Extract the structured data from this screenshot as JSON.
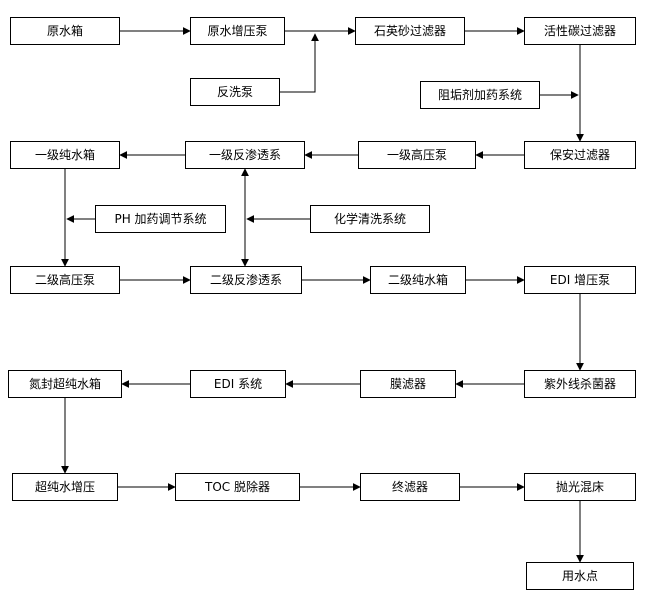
{
  "diagram": {
    "type": "flowchart",
    "colors": {
      "background": "#ffffff",
      "box_border": "#000000",
      "line": "#000000",
      "text": "#000000"
    },
    "nodes": [
      {
        "id": "raw-water-tank",
        "label": "原水箱"
      },
      {
        "id": "raw-water-booster-pump",
        "label": "原水增压泵"
      },
      {
        "id": "quartz-sand-filter",
        "label": "石英砂过滤器"
      },
      {
        "id": "activated-carbon-filter",
        "label": "活性碳过滤器"
      },
      {
        "id": "backwash-pump",
        "label": "反洗泵"
      },
      {
        "id": "antiscalant-dosing-system",
        "label": "阻垢剂加药系统"
      },
      {
        "id": "stage1-pure-water-tank",
        "label": "一级纯水箱"
      },
      {
        "id": "stage1-ro-system",
        "label": "一级反渗透系"
      },
      {
        "id": "stage1-high-pressure-pump",
        "label": "一级高压泵"
      },
      {
        "id": "security-filter",
        "label": "保安过滤器"
      },
      {
        "id": "ph-dosing-system",
        "label": "PH 加药调节系统"
      },
      {
        "id": "chemical-cleaning-system",
        "label": "化学清洗系统"
      },
      {
        "id": "stage2-high-pressure-pump",
        "label": "二级高压泵"
      },
      {
        "id": "stage2-ro-system",
        "label": "二级反渗透系"
      },
      {
        "id": "stage2-pure-water-tank",
        "label": "二级纯水箱"
      },
      {
        "id": "edi-booster-pump",
        "label": "EDI 增压泵"
      },
      {
        "id": "nitrogen-sealed-ultrapure-tank",
        "label": "氮封超纯水箱"
      },
      {
        "id": "edi-system",
        "label": "EDI 系统"
      },
      {
        "id": "membrane-filter",
        "label": "膜滤器"
      },
      {
        "id": "uv-sterilizer",
        "label": "紫外线杀菌器"
      },
      {
        "id": "ultrapure-water-booster",
        "label": "超纯水增压"
      },
      {
        "id": "toc-remover",
        "label": "TOC 脱除器"
      },
      {
        "id": "final-filter",
        "label": "终滤器"
      },
      {
        "id": "polishing-mixed-bed",
        "label": "抛光混床"
      },
      {
        "id": "water-use-point",
        "label": "用水点"
      }
    ],
    "edges": [
      {
        "from": "raw-water-tank",
        "to": "raw-water-booster-pump",
        "direction": "one-way"
      },
      {
        "from": "raw-water-booster-pump",
        "to": "quartz-sand-filter",
        "direction": "one-way"
      },
      {
        "from": "backwash-pump",
        "to": "quartz-sand-filter",
        "direction": "one-way",
        "note": "joins main line"
      },
      {
        "from": "quartz-sand-filter",
        "to": "activated-carbon-filter",
        "direction": "one-way"
      },
      {
        "from": "activated-carbon-filter",
        "to": "security-filter",
        "direction": "one-way"
      },
      {
        "from": "antiscalant-dosing-system",
        "to": "security-filter",
        "direction": "one-way",
        "note": "joins main line"
      },
      {
        "from": "security-filter",
        "to": "stage1-high-pressure-pump",
        "direction": "one-way"
      },
      {
        "from": "stage1-high-pressure-pump",
        "to": "stage1-ro-system",
        "direction": "one-way"
      },
      {
        "from": "stage1-ro-system",
        "to": "stage1-pure-water-tank",
        "direction": "one-way"
      },
      {
        "from": "stage1-pure-water-tank",
        "to": "stage2-high-pressure-pump",
        "direction": "one-way"
      },
      {
        "from": "ph-dosing-system",
        "to": "stage2-high-pressure-pump",
        "direction": "one-way",
        "note": "joins main line"
      },
      {
        "from": "chemical-cleaning-system",
        "to": "stage2-ro-system",
        "direction": "one-way",
        "note": "joins ro line"
      },
      {
        "from": "stage1-ro-system",
        "to": "stage2-ro-system",
        "direction": "two-way"
      },
      {
        "from": "stage2-high-pressure-pump",
        "to": "stage2-ro-system",
        "direction": "one-way"
      },
      {
        "from": "stage2-ro-system",
        "to": "stage2-pure-water-tank",
        "direction": "one-way"
      },
      {
        "from": "stage2-pure-water-tank",
        "to": "edi-booster-pump",
        "direction": "one-way"
      },
      {
        "from": "edi-booster-pump",
        "to": "uv-sterilizer",
        "direction": "one-way"
      },
      {
        "from": "uv-sterilizer",
        "to": "membrane-filter",
        "direction": "one-way"
      },
      {
        "from": "membrane-filter",
        "to": "edi-system",
        "direction": "one-way"
      },
      {
        "from": "edi-system",
        "to": "nitrogen-sealed-ultrapure-tank",
        "direction": "one-way"
      },
      {
        "from": "nitrogen-sealed-ultrapure-tank",
        "to": "ultrapure-water-booster",
        "direction": "one-way"
      },
      {
        "from": "ultrapure-water-booster",
        "to": "toc-remover",
        "direction": "one-way"
      },
      {
        "from": "toc-remover",
        "to": "final-filter",
        "direction": "one-way"
      },
      {
        "from": "final-filter",
        "to": "polishing-mixed-bed",
        "direction": "one-way"
      },
      {
        "from": "polishing-mixed-bed",
        "to": "water-use-point",
        "direction": "one-way"
      }
    ]
  }
}
